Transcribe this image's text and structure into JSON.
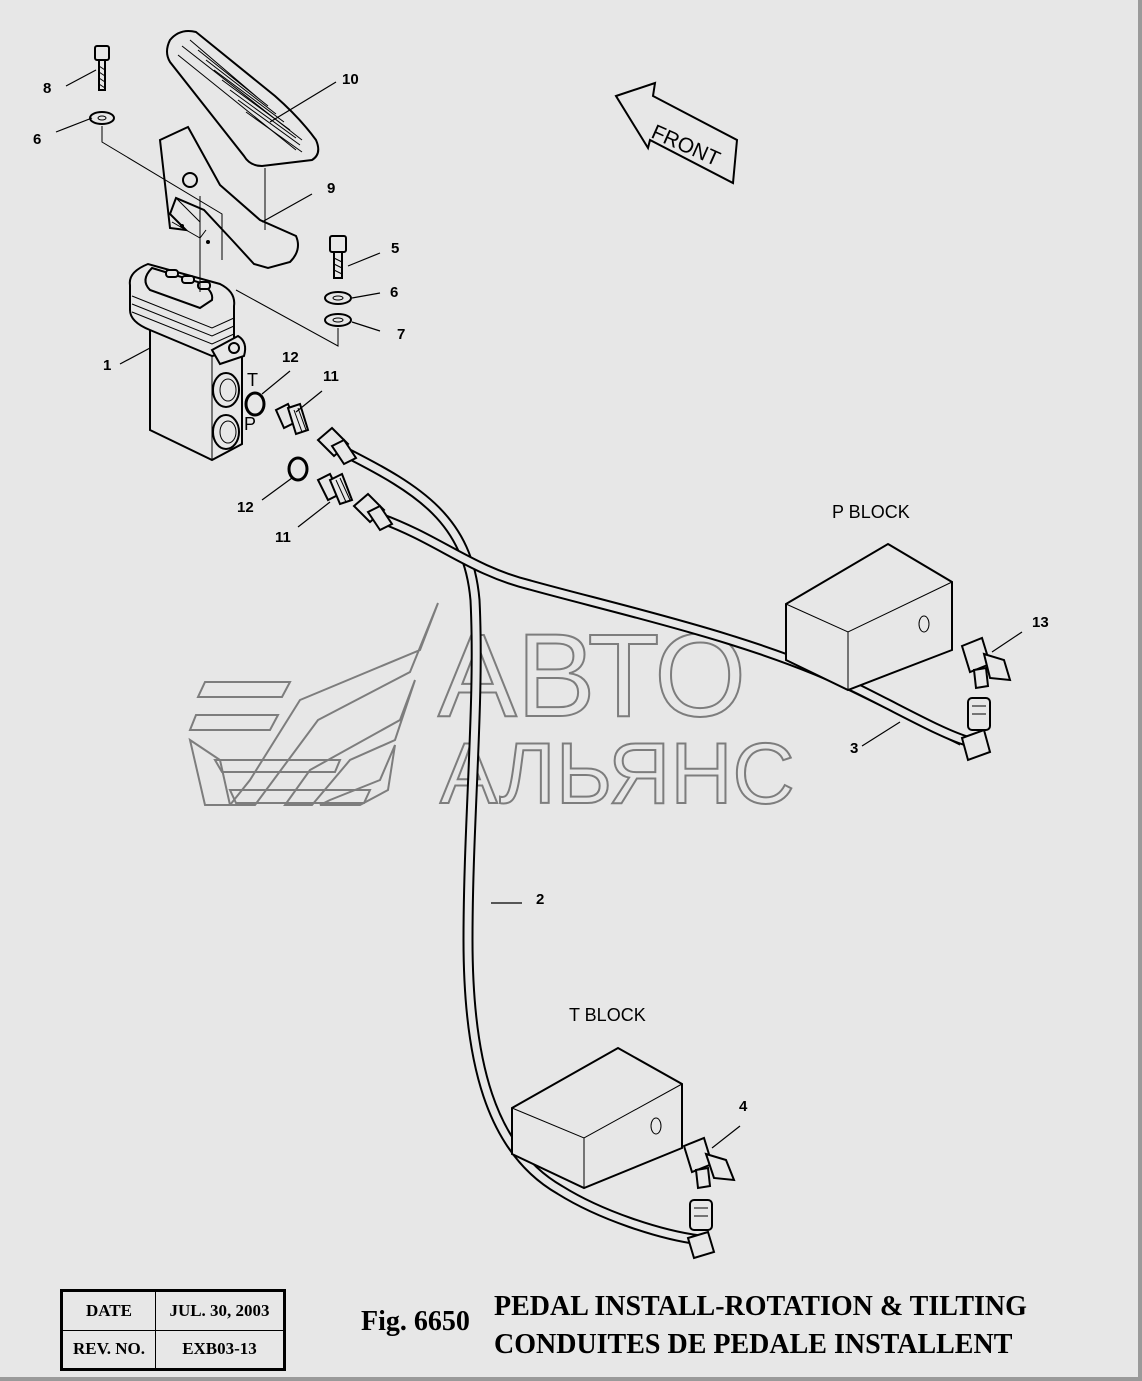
{
  "figure": {
    "number": "Fig. 6650",
    "title_line1": "PEDAL INSTALL-ROTATION & TILTING",
    "title_line2": "CONDUITES DE PEDALE INSTALLENT"
  },
  "info_box": {
    "date_label": "DATE",
    "date_value": "JUL. 30, 2003",
    "rev_label": "REV. NO.",
    "rev_value": "EXB03-13"
  },
  "direction_arrow": {
    "text": "FRONT"
  },
  "labels": {
    "p_block": "P  BLOCK",
    "t_block": "T  BLOCK",
    "port_t": "T",
    "port_p": "P"
  },
  "watermark": {
    "line1": "АВТО",
    "line2": "АЛЬЯНС"
  },
  "callouts": [
    {
      "id": "c1",
      "text": "1"
    },
    {
      "id": "c2",
      "text": "2"
    },
    {
      "id": "c3",
      "text": "3"
    },
    {
      "id": "c4",
      "text": "4"
    },
    {
      "id": "c5",
      "text": "5"
    },
    {
      "id": "c6a",
      "text": "6"
    },
    {
      "id": "c6b",
      "text": "6"
    },
    {
      "id": "c7",
      "text": "7"
    },
    {
      "id": "c8",
      "text": "8"
    },
    {
      "id": "c9",
      "text": "9"
    },
    {
      "id": "c10",
      "text": "10"
    },
    {
      "id": "c11a",
      "text": "11"
    },
    {
      "id": "c11b",
      "text": "11"
    },
    {
      "id": "c12a",
      "text": "12"
    },
    {
      "id": "c12b",
      "text": "12"
    },
    {
      "id": "c13",
      "text": "13"
    }
  ]
}
